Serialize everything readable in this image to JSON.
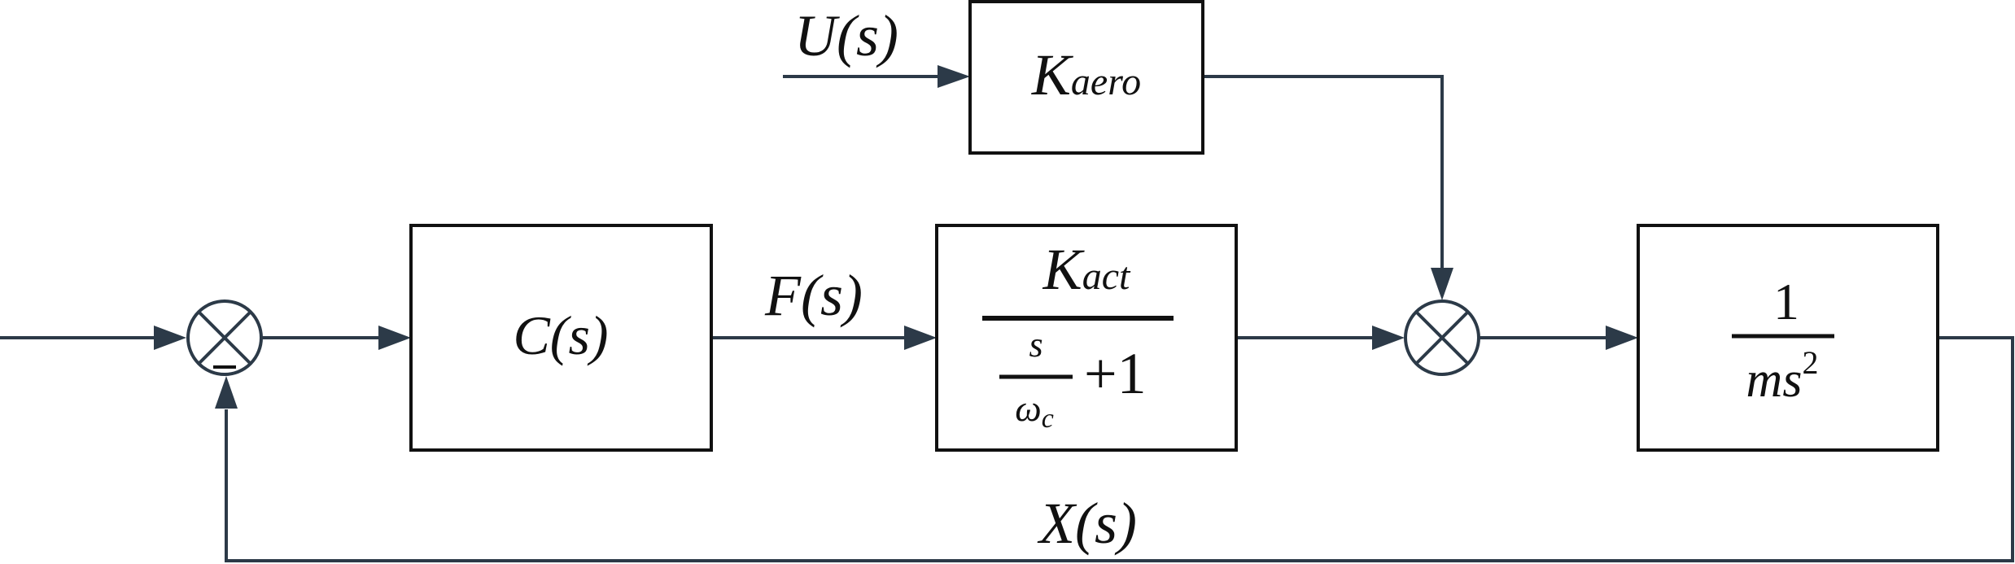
{
  "diagram": {
    "kind": "control-loop block diagram",
    "signals": {
      "input_label": "U(s)",
      "intermediate_label": "F(s)",
      "output_label": "X(s)"
    },
    "blocks": {
      "controller": {
        "label": "C(s)"
      },
      "aero_gain": {
        "symbol": "K",
        "subscript": "aero"
      },
      "actuator": {
        "numerator_symbol": "K",
        "numerator_subscript": "act",
        "denominator_frac_num": "s",
        "denominator_frac_den_symbol": "ω",
        "denominator_frac_den_subscript": "c",
        "denominator_tail": "+1"
      },
      "plant": {
        "numerator": "1",
        "denominator": "ms",
        "denominator_exponent": "2"
      }
    },
    "summing_junctions": {
      "feedback_sum": {
        "feedback_sign": "minus"
      },
      "disturbance_sum": {}
    },
    "colors": {
      "wire": "#2c3a48",
      "block_border": "#111111",
      "text": "#111111",
      "background": "#ffffff"
    }
  }
}
